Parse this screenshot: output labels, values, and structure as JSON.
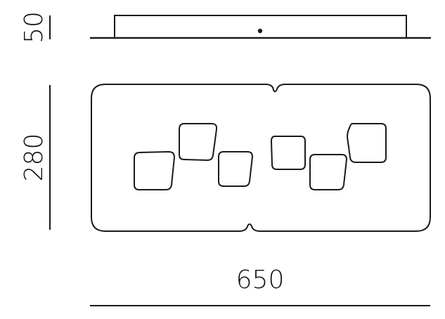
{
  "dimensions": {
    "height_side": "50",
    "height_front": "280",
    "width": "650"
  },
  "colors": {
    "line": "#1a1a1a",
    "background": "#ffffff"
  }
}
